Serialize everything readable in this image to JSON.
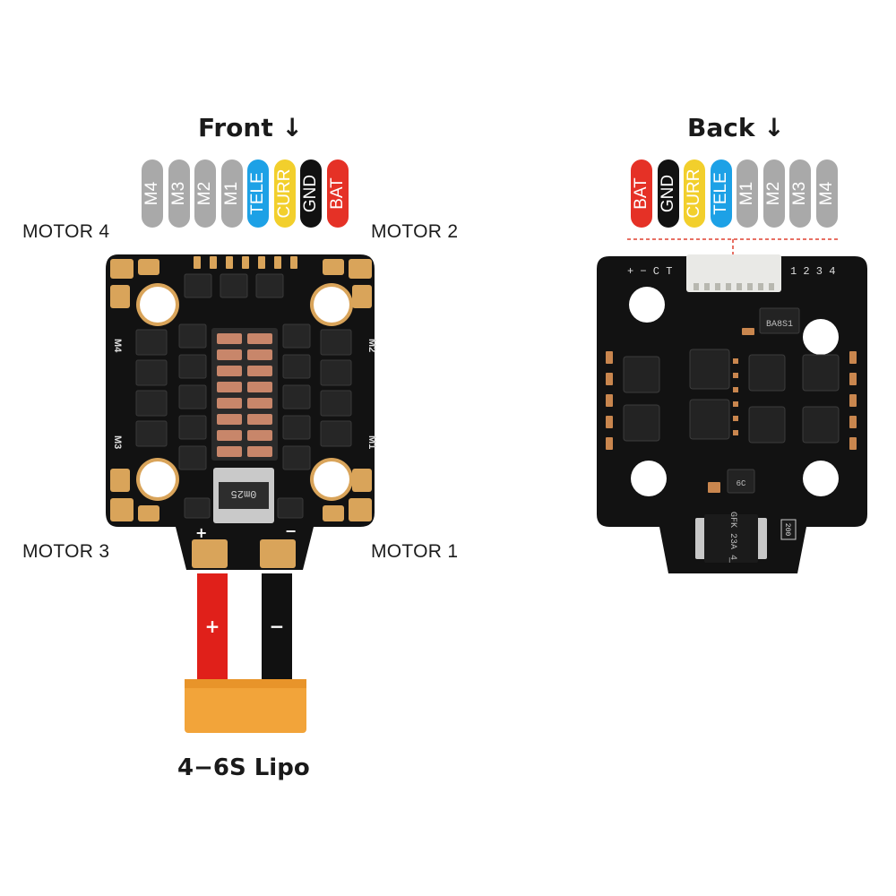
{
  "headings": {
    "front": "Front",
    "back": "Back",
    "arrow": "↓"
  },
  "motors": {
    "m4": "MOTOR 4",
    "m2": "MOTOR 2",
    "m3": "MOTOR 3",
    "m1": "MOTOR 1"
  },
  "front_pins": [
    {
      "label": "M4",
      "bg": "#a9a9a9",
      "fg": "#ffffff"
    },
    {
      "label": "M3",
      "bg": "#a9a9a9",
      "fg": "#ffffff"
    },
    {
      "label": "M2",
      "bg": "#a9a9a9",
      "fg": "#ffffff"
    },
    {
      "label": "M1",
      "bg": "#a9a9a9",
      "fg": "#ffffff"
    },
    {
      "label": "TELE",
      "bg": "#1da1e6",
      "fg": "#ffffff"
    },
    {
      "label": "CURR",
      "bg": "#f2cf2c",
      "fg": "#ffffff"
    },
    {
      "label": "GND",
      "bg": "#111111",
      "fg": "#ffffff"
    },
    {
      "label": "BAT",
      "bg": "#e53126",
      "fg": "#ffffff"
    }
  ],
  "back_pins": [
    {
      "label": "BAT",
      "bg": "#e53126",
      "fg": "#ffffff"
    },
    {
      "label": "GND",
      "bg": "#111111",
      "fg": "#ffffff"
    },
    {
      "label": "CURR",
      "bg": "#f2cf2c",
      "fg": "#ffffff"
    },
    {
      "label": "TELE",
      "bg": "#1da1e6",
      "fg": "#ffffff"
    },
    {
      "label": "M1",
      "bg": "#a9a9a9",
      "fg": "#ffffff"
    },
    {
      "label": "M2",
      "bg": "#a9a9a9",
      "fg": "#ffffff"
    },
    {
      "label": "M3",
      "bg": "#a9a9a9",
      "fg": "#ffffff"
    },
    {
      "label": "M4",
      "bg": "#a9a9a9",
      "fg": "#ffffff"
    }
  ],
  "board_front": {
    "silk_m4": "M4",
    "silk_m2": "M2",
    "silk_m3": "M3",
    "silk_m1": "M1",
    "shunt": "0m25",
    "plus": "+",
    "minus": "−"
  },
  "board_back": {
    "silk_pins": "+ − C T",
    "silk_nums": "1 2 3 4",
    "chip1": "BA8S1",
    "chip2": "6C",
    "diode": "GFK 23A 4̲",
    "res": "200"
  },
  "lead": {
    "plus": "+",
    "minus": "−"
  },
  "battery_label": "4−6S Lipo"
}
